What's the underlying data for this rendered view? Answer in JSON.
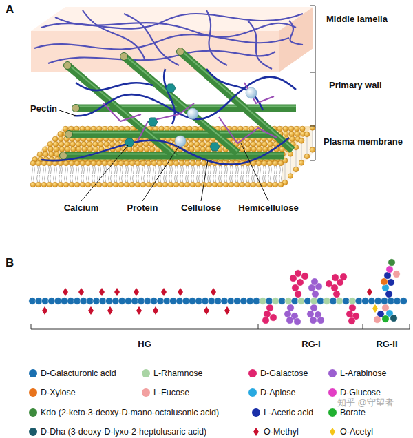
{
  "diagram": {
    "labels": [
      "A",
      "Middle lamella",
      "Primary wall",
      "Pectin",
      "Plasma membrane",
      "Calcium",
      "Protein",
      "Cellulose",
      "Hemicellulose",
      "B",
      "HG",
      "RG-I",
      "RG-II",
      "知乎 @守望者"
    ],
    "legend": [
      {
        "text": "D-Galacturonic acid",
        "color": "#1a6fb0"
      },
      {
        "text": "L-Rhamnose",
        "color": "#a9d4a4"
      },
      {
        "text": "D-Galactose",
        "color": "#e0246e"
      },
      {
        "text": "L-Arabinose",
        "color": "#9b5fd0"
      },
      {
        "text": "D-Xylose",
        "color": "#e8731c"
      },
      {
        "text": "L-Fucose",
        "color": "#f2a0a0"
      },
      {
        "text": "D-Apiose",
        "color": "#28a9e1"
      },
      {
        "text": "D-Glucose",
        "color": "#e23fc4"
      },
      {
        "text": "Kdo (2-keto-3-deoxy-D-mano-octalusonic acid)",
        "color": "#3d8b3d"
      },
      {
        "text": "L-Aceric acid",
        "color": "#1a2fa8"
      },
      {
        "text": "Borate",
        "color": "#20b030"
      },
      {
        "text": "D-Dha (3-deoxy-D-lyxo-2-heptolusaric acid)",
        "color": "#1b5a6a"
      },
      {
        "text": "O-Methyl"
      },
      {
        "text": "O-Acetyl"
      }
    ]
  }
}
